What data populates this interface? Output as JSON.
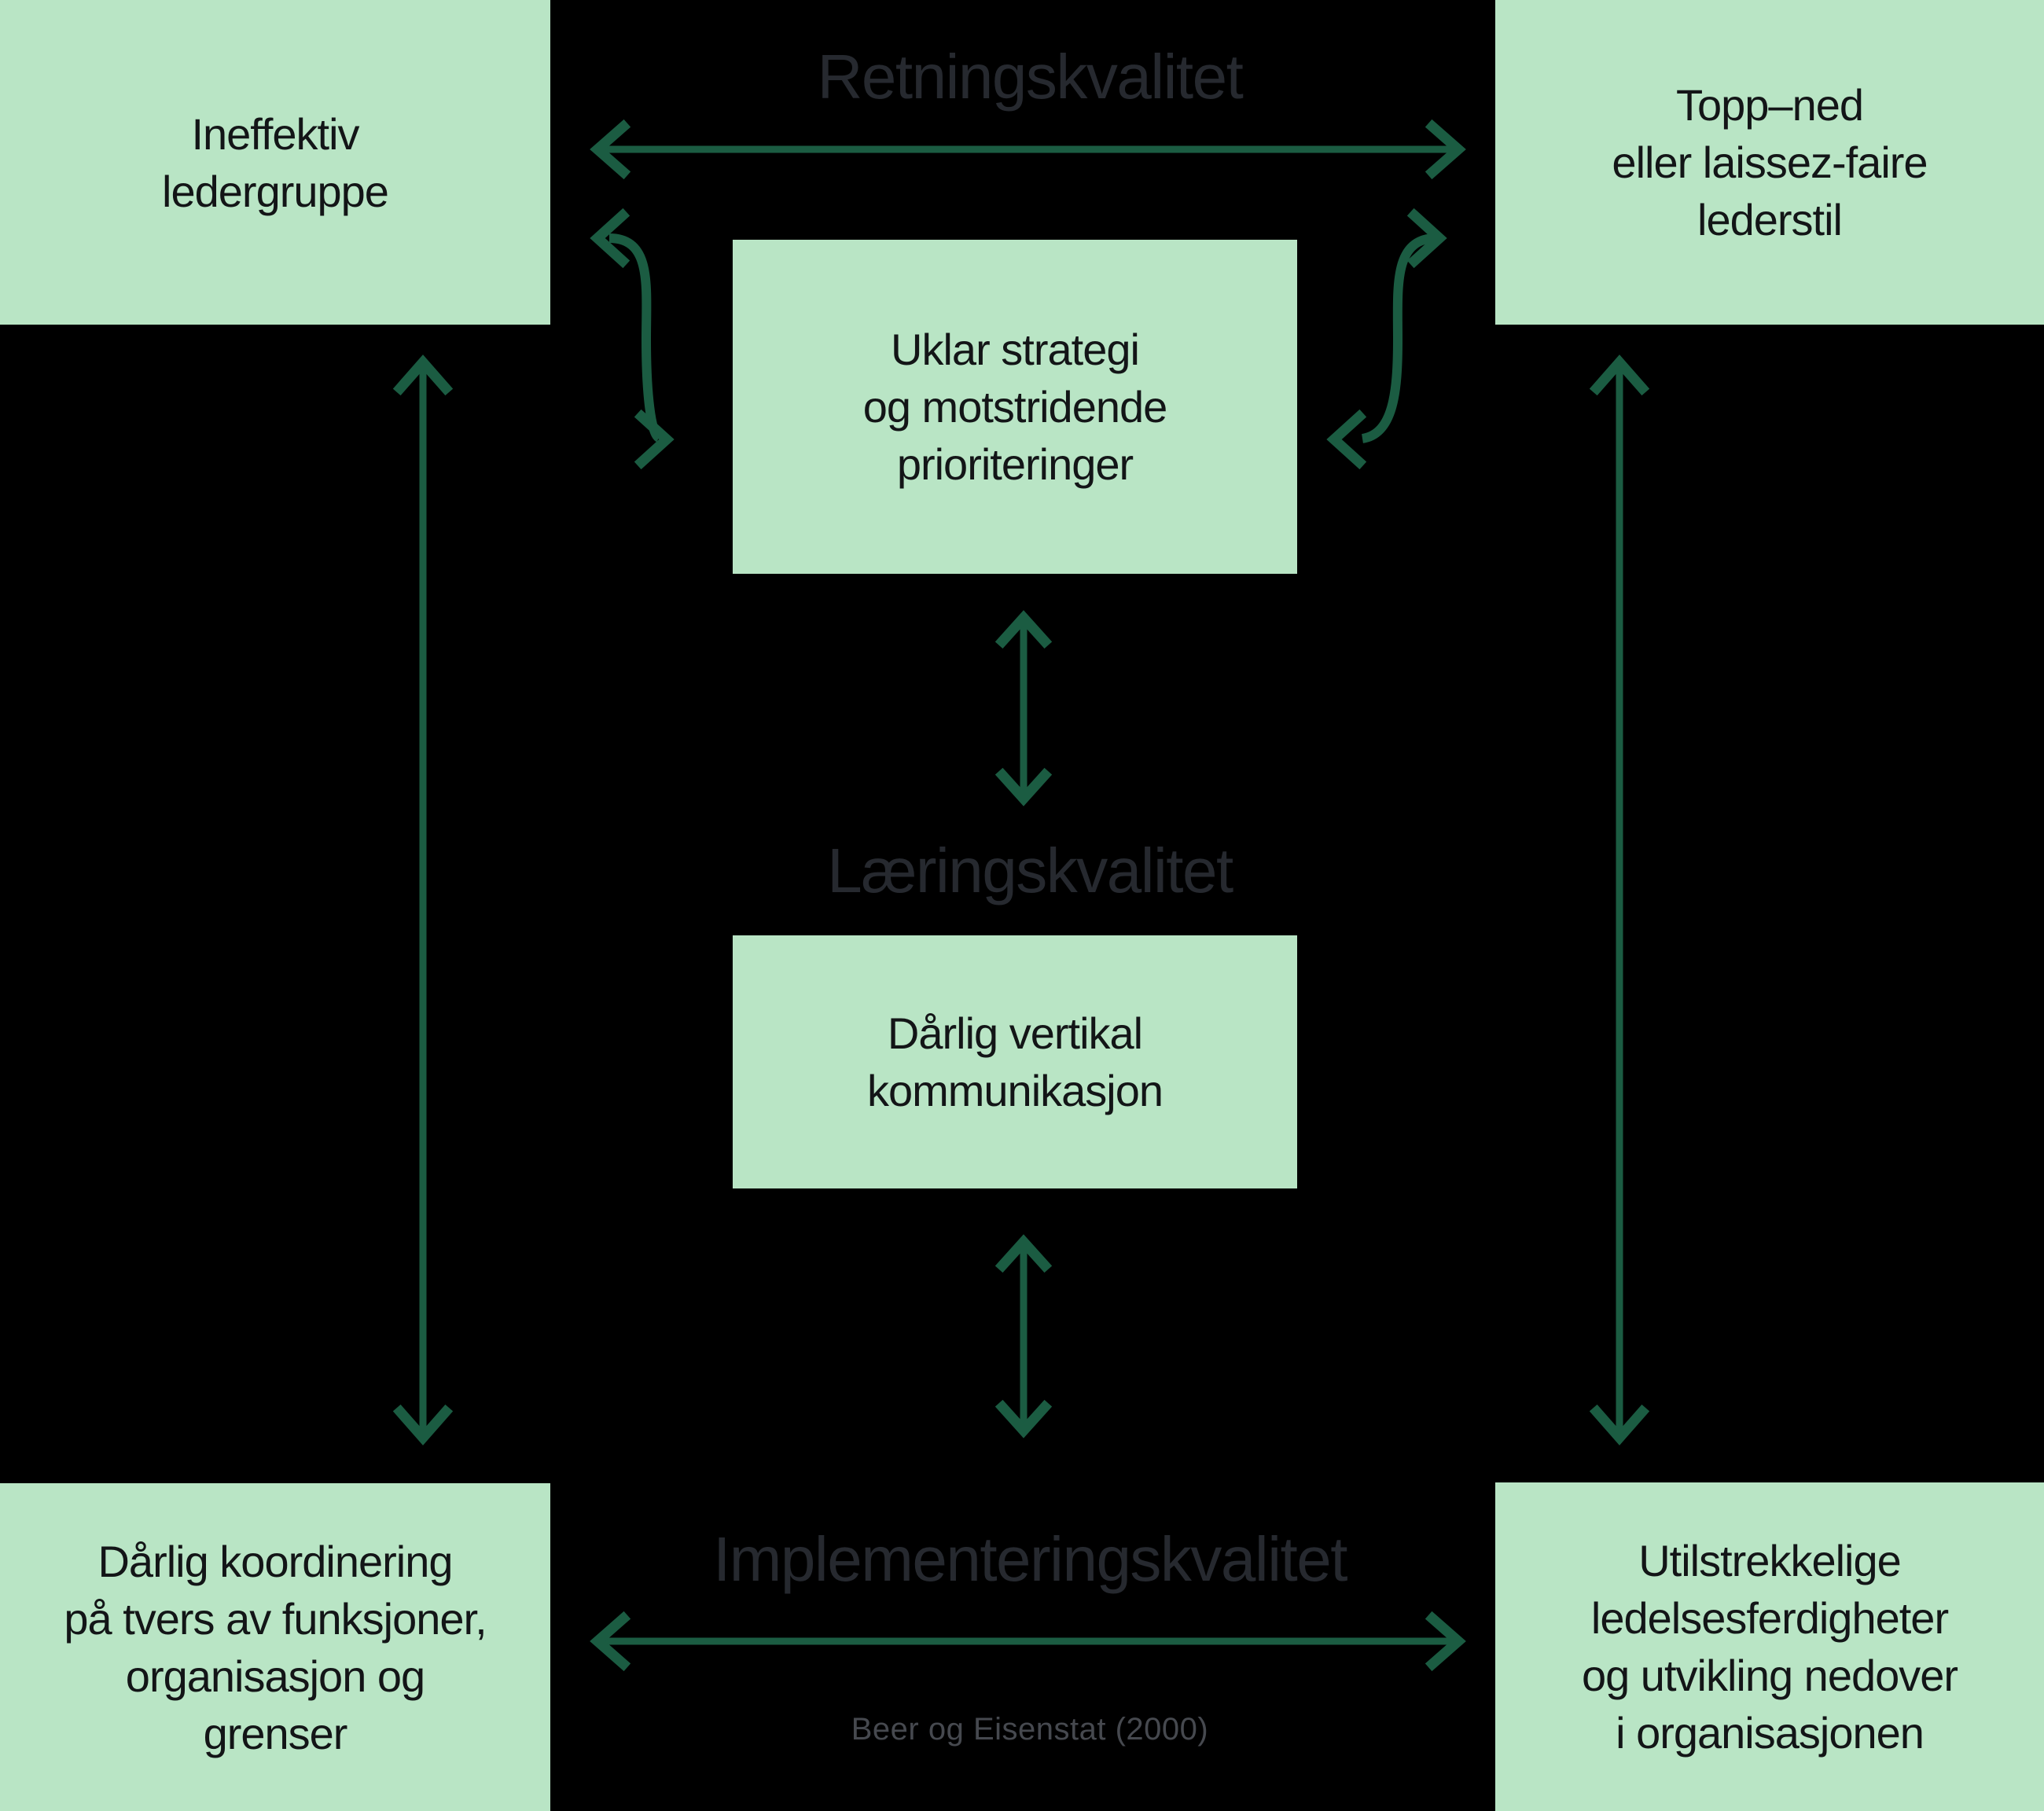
{
  "canvas": {
    "background": "#000000"
  },
  "colors": {
    "canvas_bg": "#000000",
    "box_fill": "#b9e5c5",
    "box_text": "#131517",
    "arrow": "#1b5c42",
    "section_title": "#26292f",
    "caption": "#46494f"
  },
  "sections": {
    "direction": {
      "title": "Retningskvalitet"
    },
    "learning": {
      "title": "Læringskvalitet"
    },
    "implementation": {
      "title": "Implementeringskvalitet"
    }
  },
  "boxes": {
    "top_left": {
      "label": "Ineffektiv\nledergruppe"
    },
    "top_right": {
      "label": "Topp–ned\neller laissez-faire\nlederstil"
    },
    "center_top": {
      "label": "Uklar strategi\nog motstridende\nprioriteringer"
    },
    "center_middle": {
      "label": "Dårlig vertikal\nkommunikasjon"
    },
    "bottom_left": {
      "label": "Dårlig koordinering\npå tvers av funksjoner,\norganisasjon og\ngrenser"
    },
    "bottom_right": {
      "label": "Utilstrekkelige\nledelsesferdigheter\nog utvikling nedover\ni organisasjonen"
    }
  },
  "caption": {
    "text": "Beer og Eisenstat (2000)"
  }
}
